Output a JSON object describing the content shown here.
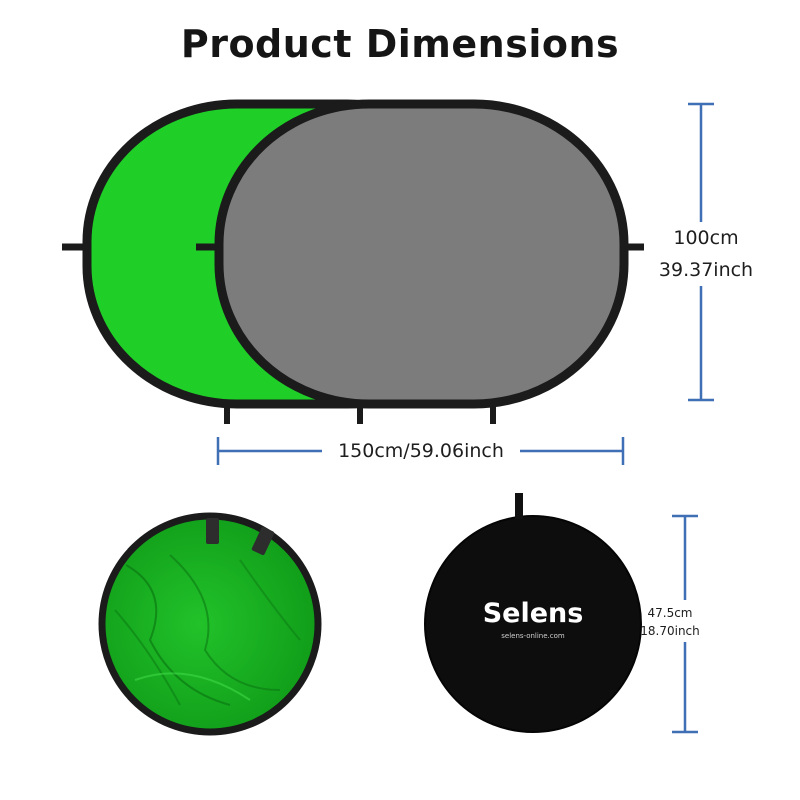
{
  "title": "Product Dimensions",
  "dimensions": {
    "height_metric": "100cm",
    "height_imperial": "39.37inch",
    "width": "150cm/59.06inch",
    "folded_metric": "47.5cm",
    "folded_imperial": "18.70inch"
  },
  "brand": {
    "name": "Selens",
    "url": "selens-online.com"
  },
  "colors": {
    "green_panel": "#1fcf28",
    "gray_panel": "#7c7c7c",
    "frame": "#1b1b1b",
    "dimension_line": "#3f6fb4",
    "folded_case": "#0d0d0d"
  }
}
